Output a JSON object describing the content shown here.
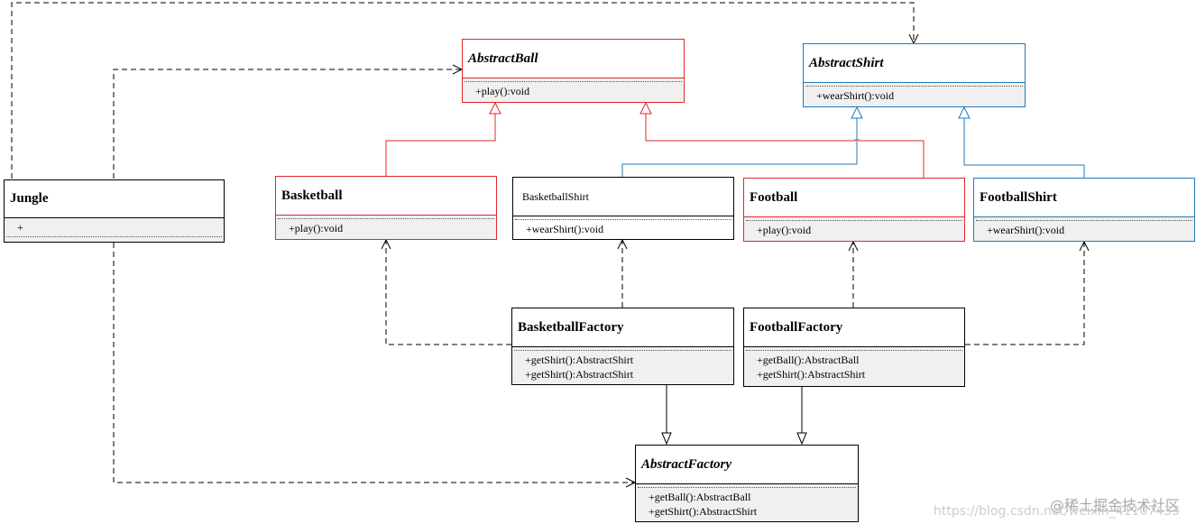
{
  "classes": {
    "jungle": {
      "name": "Jungle",
      "ops": [
        "+"
      ]
    },
    "abstract_ball": {
      "name": "AbstractBall",
      "ops": [
        "+play():void"
      ]
    },
    "abstract_shirt": {
      "name": "AbstractShirt",
      "ops": [
        "+wearShirt():void"
      ]
    },
    "basketball": {
      "name": "Basketball",
      "ops": [
        "+play():void"
      ]
    },
    "basketball_shirt": {
      "name": "BasketballShirt",
      "ops": [
        "+wearShirt():void"
      ]
    },
    "football": {
      "name": "Football",
      "ops": [
        "+play():void"
      ]
    },
    "football_shirt": {
      "name": "FootballShirt",
      "ops": [
        "+wearShirt():void"
      ]
    },
    "basketball_factory": {
      "name": "BasketballFactory",
      "ops": [
        "+getShirt():AbstractShirt",
        "+getShirt():AbstractShirt"
      ]
    },
    "football_factory": {
      "name": "FootballFactory",
      "ops": [
        "+getBall():AbstractBall",
        "+getShirt():AbstractShirt"
      ]
    },
    "abstract_factory": {
      "name": "AbstractFactory",
      "ops": [
        "+getBall():AbstractBall",
        "+getShirt():AbstractShirt"
      ]
    }
  },
  "colors": {
    "ball_hierarchy": "#e0282a",
    "shirt_hierarchy": "#1f7ab8",
    "default": "#000000"
  },
  "watermark": {
    "brand": "@稀土掘金技术社区",
    "url": "https://blog.csdn.net/weixin_41107433"
  }
}
